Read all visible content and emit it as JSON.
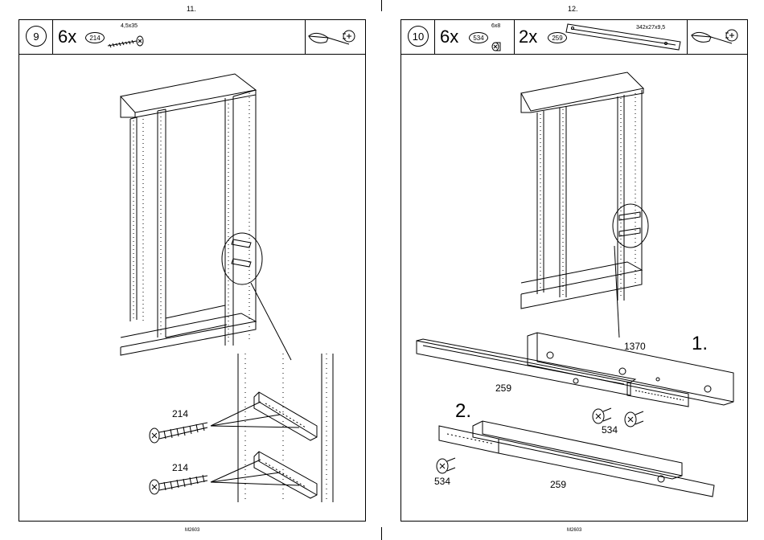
{
  "left_page": {
    "page_number": "11.",
    "step_number": "9",
    "quantity": "6x",
    "part_id": "214",
    "part_size": "4,5x35",
    "callout_top": "214",
    "callout_bottom": "214",
    "footer": "M2603"
  },
  "right_page": {
    "page_number": "12.",
    "step_number": "10",
    "quantity_a": "6x",
    "part_a_id": "534",
    "part_a_size": "6x8",
    "quantity_b": "2x",
    "part_b_id": "259",
    "part_b_size": "342x27x9,5",
    "label_1370": "1370",
    "label_259_top": "259",
    "label_534_top": "534",
    "label_534_bottom": "534",
    "label_259_bottom": "259",
    "sub_step_1": "1.",
    "sub_step_2": "2.",
    "footer": "M2603"
  }
}
